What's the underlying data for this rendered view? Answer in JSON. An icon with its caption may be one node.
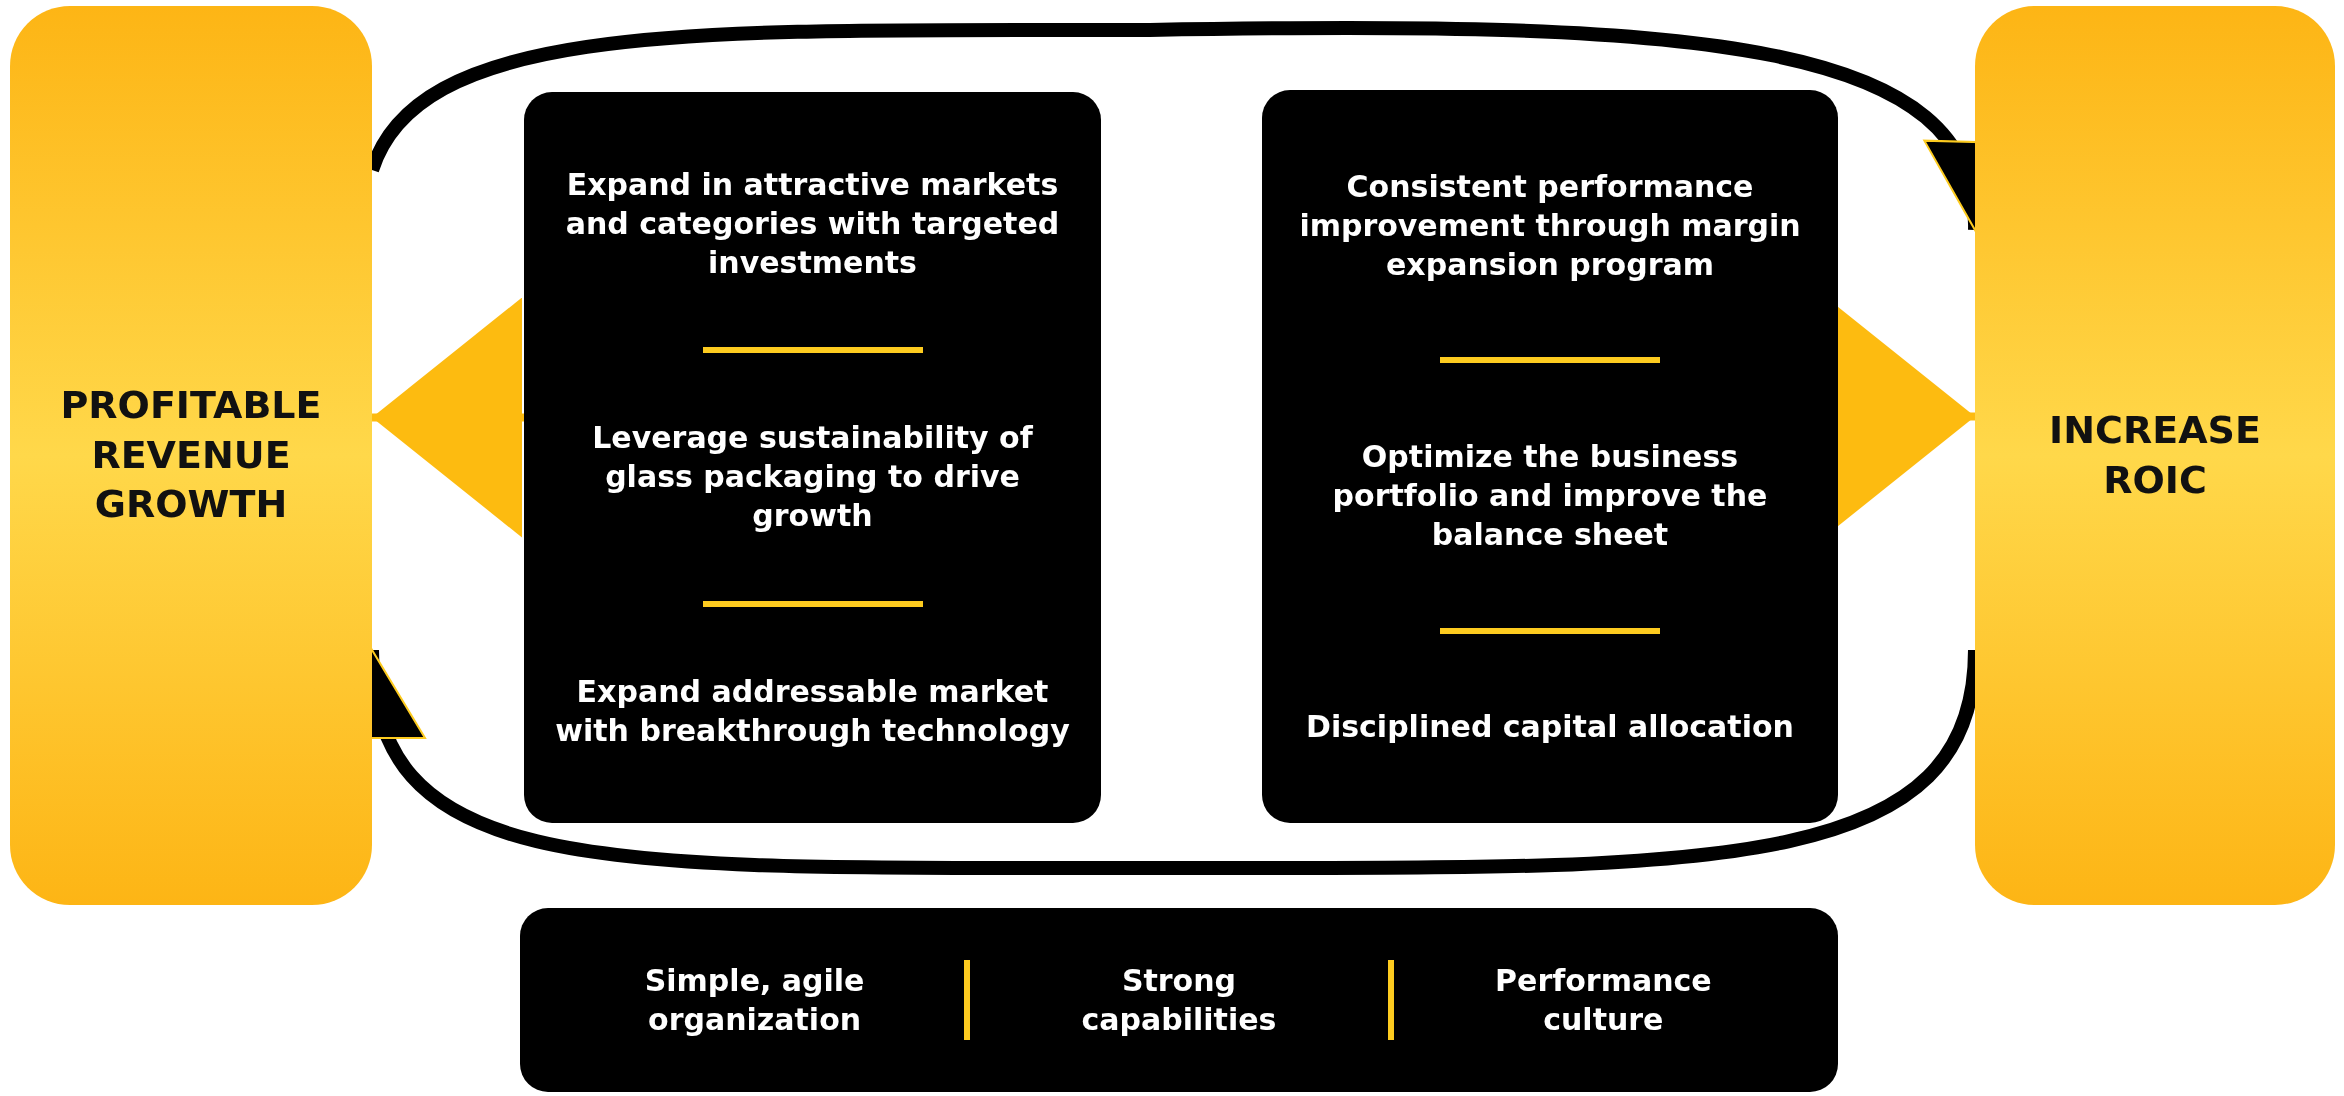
{
  "diagram": {
    "nodes": [
      {
        "text": [
          "PROFITABLE REVENUE GROWTH"
        ]
      },
      {
        "text": [
          "Expand in attractive markets and categories with targeted investments",
          "Leverage sustainability of glass packaging to drive growth",
          "Expand addressable market with breakthrough technology"
        ]
      },
      {
        "text": [
          "Consistent performance improvement through margin expansion program",
          "Optimize the business portfolio and improve the balance sheet",
          "Disciplined capital allocation"
        ]
      },
      {
        "text": [
          "INCREASE ROIC"
        ]
      },
      {
        "text": [
          "Simple, agile organization",
          "Strong capabilities",
          "Performance culture"
        ]
      }
    ],
    "edges": [
      {
        "from": 0,
        "to": 3,
        "arrow": "to",
        "color": "#000000"
      },
      {
        "from": 3,
        "to": 0,
        "arrow": "to",
        "color": "#000000"
      },
      {
        "from": 1,
        "to": 0,
        "arrow": "to",
        "color": "#fdbb10"
      },
      {
        "from": 2,
        "to": 3,
        "arrow": "to",
        "color": "#fdbb10"
      }
    ]
  }
}
